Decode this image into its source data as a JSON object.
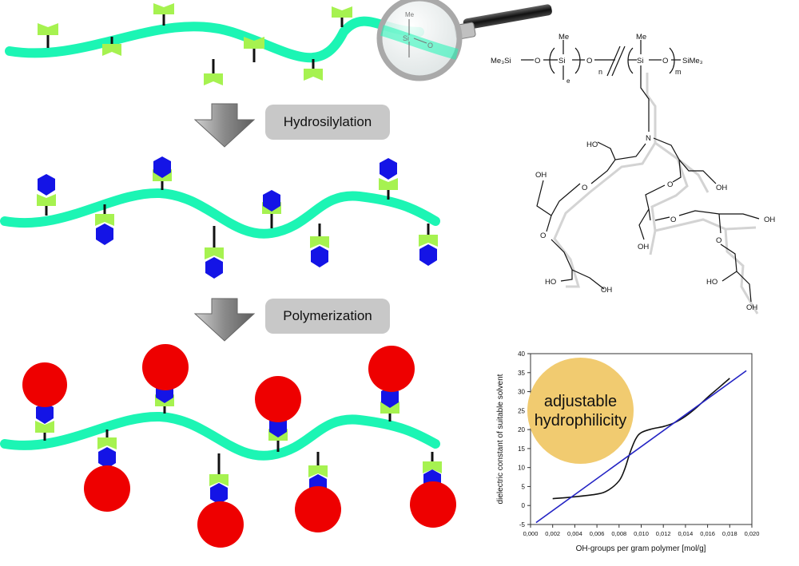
{
  "steps": {
    "hydrosilylation": "Hydrosilylation",
    "polymerization": "Polymerization"
  },
  "badge": {
    "line1": "adjustable",
    "line2": "hydrophilicity"
  },
  "structure": {
    "me3si": "Me₃Si",
    "o": "O",
    "si": "Si",
    "me": "Me",
    "e": "e",
    "n": "n",
    "m": "m",
    "sime3": "SiMe₃",
    "nitrogen": "N",
    "ho": "HO",
    "oh": "OH"
  },
  "magnifier": {
    "me": "Me",
    "si": "Si",
    "o": "O"
  },
  "colors": {
    "backbone": "#1cf5b4",
    "anchor": "#a6f250",
    "monomer": "#1414e6",
    "polymer": "#ee0000",
    "arrow": "#8a8a8a",
    "label_bg": "#c8c8c8",
    "badge": "#f1cb70",
    "fit_line": "#2323c4"
  },
  "chart_data": {
    "type": "line",
    "xlabel": "OH-groups per gram polymer [mol/g]",
    "ylabel": "dielectric constant of suitable solvent",
    "xlim": [
      0.0,
      0.02
    ],
    "ylim": [
      -5,
      40
    ],
    "xticks": [
      "0,000",
      "0,002",
      "0,004",
      "0,006",
      "0,008",
      "0,010",
      "0,012",
      "0,014",
      "0,016",
      "0,018",
      "0,020"
    ],
    "yticks": [
      "-5",
      "0",
      "5",
      "10",
      "15",
      "20",
      "25",
      "30",
      "35",
      "40"
    ],
    "series": [
      {
        "color": "#111111",
        "x": [
          0.002,
          0.004,
          0.006,
          0.007,
          0.008,
          0.0085,
          0.009,
          0.0095,
          0.01,
          0.011,
          0.012,
          0.013,
          0.014,
          0.015,
          0.016,
          0.017,
          0.018
        ],
        "y": [
          1.8,
          2.3,
          3.0,
          4.0,
          6.5,
          9.5,
          14.0,
          17.5,
          19.2,
          20.2,
          20.8,
          21.8,
          23.5,
          25.8,
          28.5,
          31.0,
          33.5
        ]
      },
      {
        "color": "#2323c4",
        "x": [
          0.0005,
          0.0195
        ],
        "y": [
          -4.5,
          35.5
        ]
      }
    ]
  }
}
